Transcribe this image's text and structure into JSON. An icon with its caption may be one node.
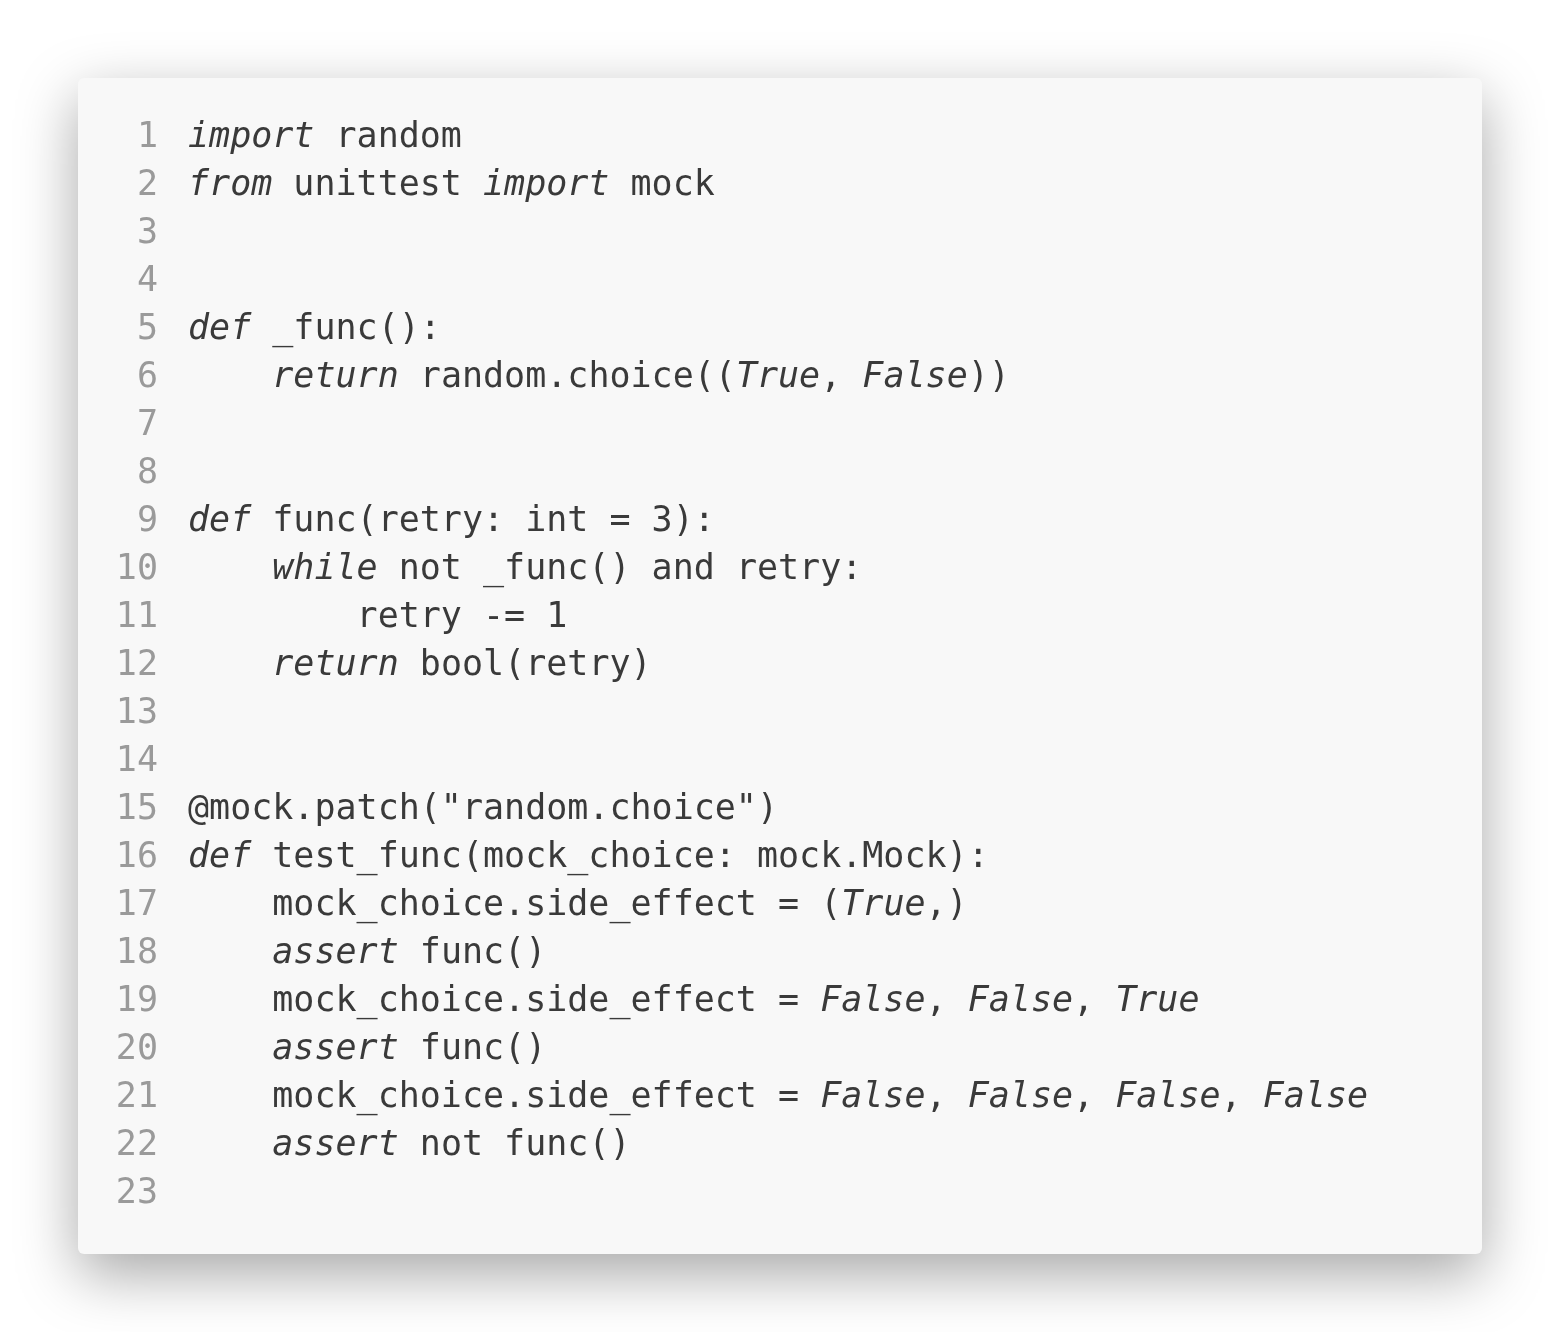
{
  "diagram": {
    "labels": [
      "1",
      "*import* random",
      "2",
      "*from* unittest *import* mock",
      "3",
      "4",
      "5",
      "*def* _func():",
      "6",
      "    *return* random.choice((*True*, *False*))",
      "7",
      "8",
      "9",
      "*def* func(retry: int = 3):",
      "10",
      "    *while* not _func() and retry:",
      "11",
      "        retry -= 1",
      "12",
      "    *return* bool(retry)",
      "13",
      "14",
      "15",
      "@mock.patch(\"random.choice\")",
      "16",
      "*def* test_func(mock_choice: mock.Mock):",
      "17",
      "    mock_choice.side_effect = (*True*,)",
      "18",
      "    *assert* func()",
      "19",
      "    mock_choice.side_effect = *False*, *False*, *True*",
      "20",
      "    *assert* func()",
      "21",
      "    mock_choice.side_effect = *False*, *False*, *False*, *False*",
      "22",
      "    *assert* not func()",
      "23"
    ]
  }
}
